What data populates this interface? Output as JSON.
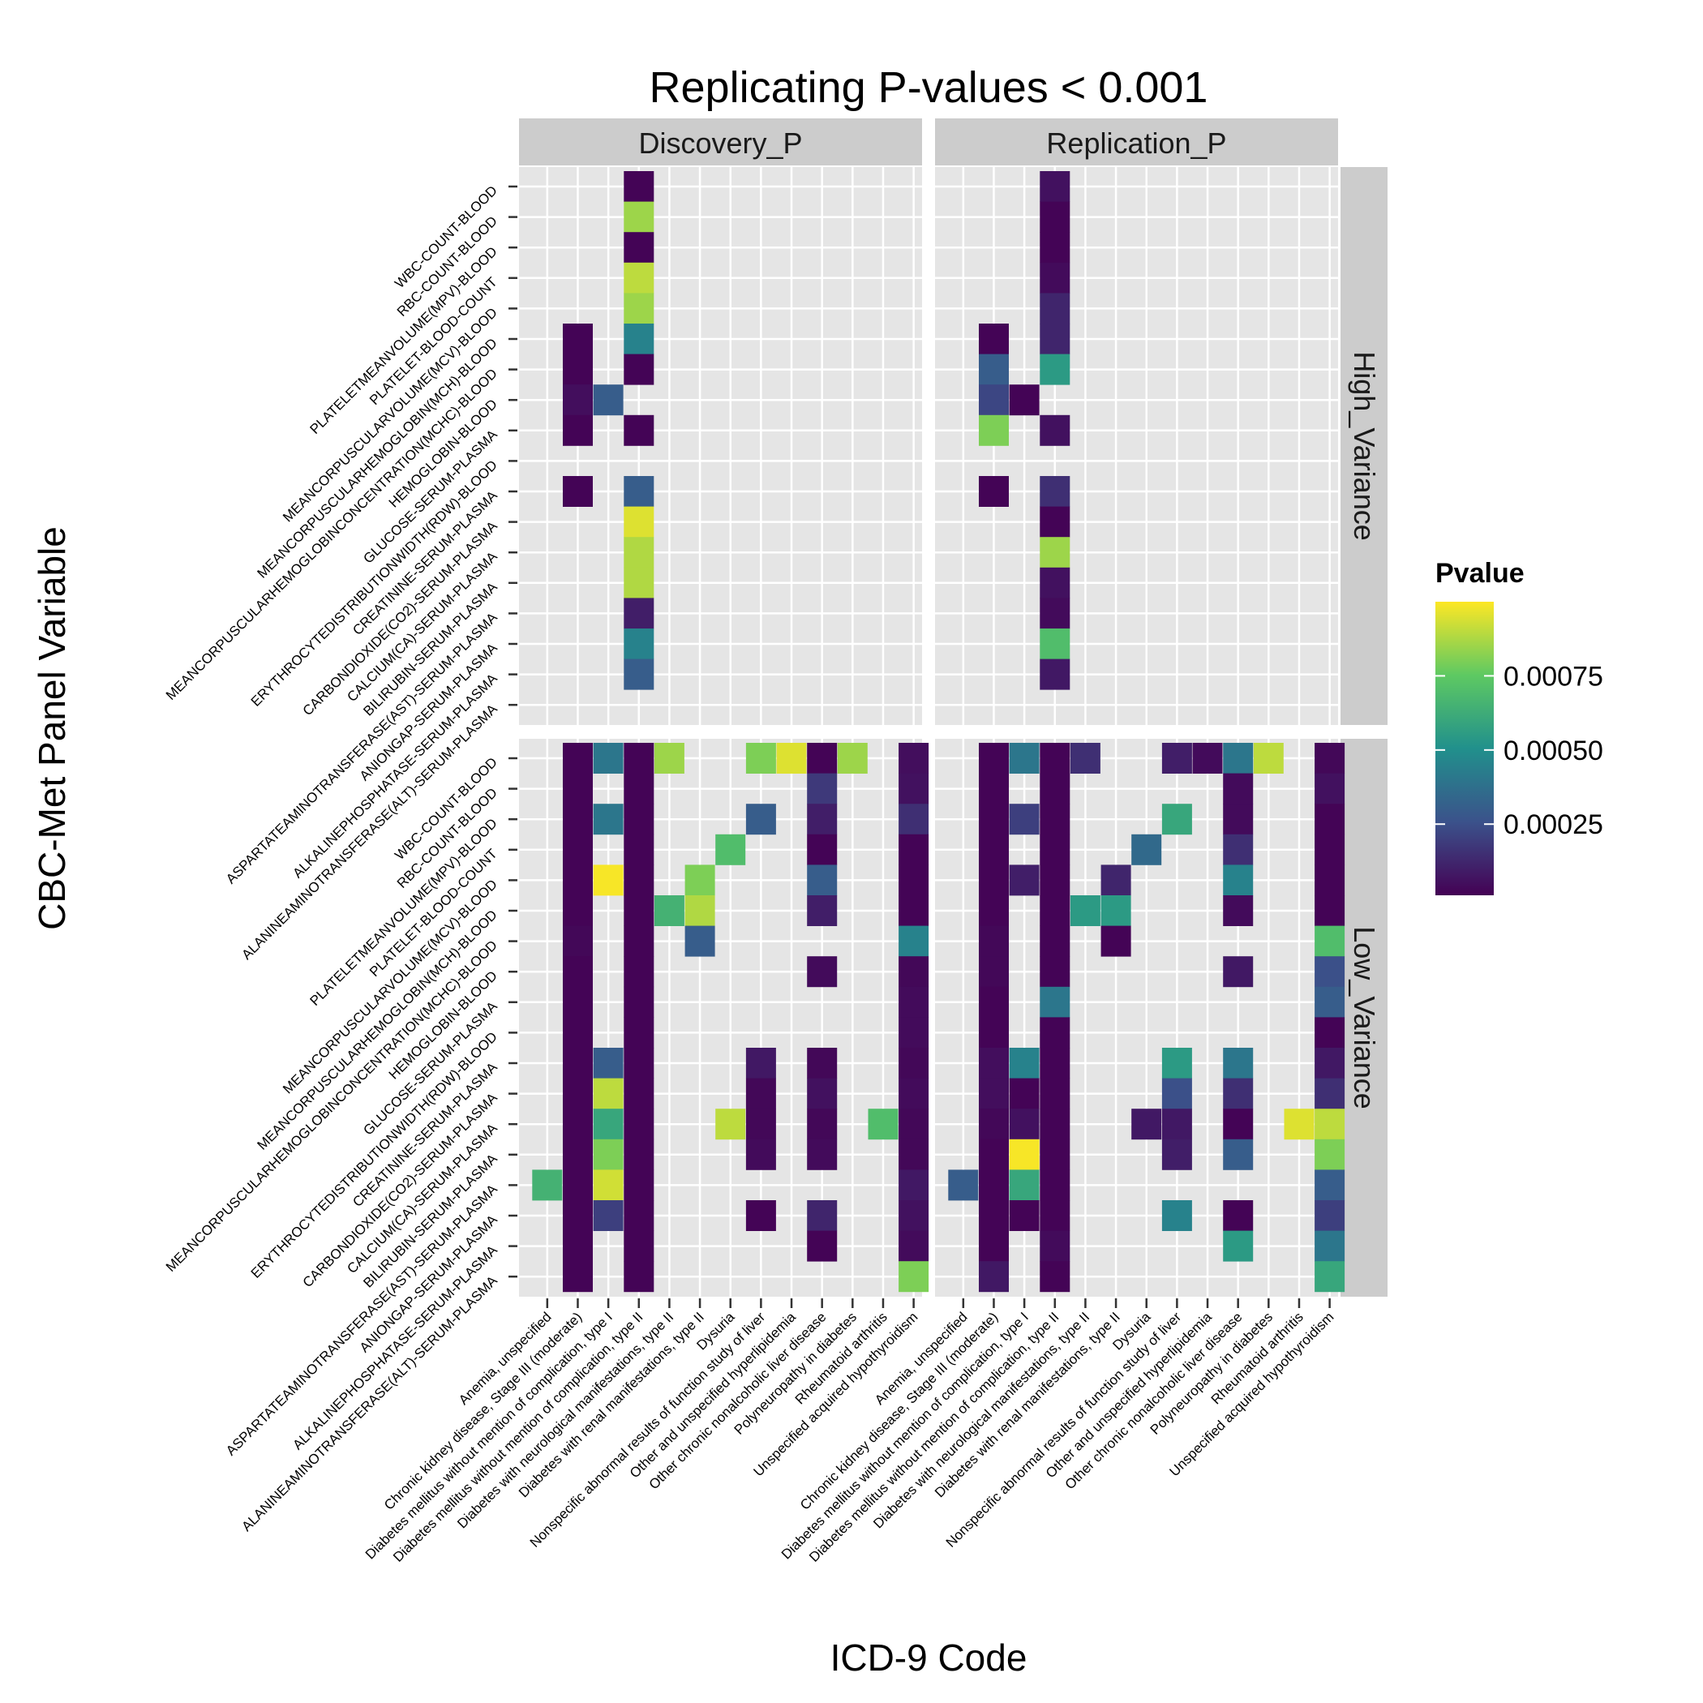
{
  "chart_data": {
    "type": "heatmap",
    "title": "Replicating P-values < 0.001",
    "xlabel": "ICD-9 Code",
    "ylabel": "CBC-Met Panel Variable",
    "legend": {
      "title": "Pvalue",
      "placement": "right",
      "ticks": [
        "0.00025",
        "0.00050",
        "0.00075"
      ],
      "tick_values": [
        0.00025,
        0.0005,
        0.00075
      ],
      "range": [
        1e-05,
        0.001
      ]
    },
    "colorscale": [
      "#440154",
      "#3b528b",
      "#21908c",
      "#5ec962",
      "#fde725"
    ],
    "column_facets": [
      "Discovery_P",
      "Replication_P"
    ],
    "row_facets": [
      "High_Variance",
      "Low_Variance"
    ],
    "x_categories": [
      "Anemia, unspecified",
      "Chronic kidney disease, Stage III (moderate)",
      "Diabetes mellitus without mention of complication, type I",
      "Diabetes mellitus without mention of complication, type II",
      "Diabetes with neurological manifestations, type II",
      "Diabetes with renal manifestations, type II",
      "Dysuria",
      "Nonspecific abnormal results of function study of liver",
      "Other and unspecified hyperlipidemia",
      "Other chronic nonalcoholic liver disease",
      "Polyneuropathy in diabetes",
      "Rheumatoid arthritis",
      "Unspecified acquired hypothyroidism"
    ],
    "y_categories": [
      "WBC-COUNT-BLOOD",
      "RBC-COUNT-BLOOD",
      "PLATELETMEANVOLUME(MPV)-BLOOD",
      "PLATELET-BLOOD-COUNT",
      "MEANCORPUSCULARVOLUME(MCV)-BLOOD",
      "MEANCORPUSCULARHEMOGLOBIN(MCH)-BLOOD",
      "MEANCORPUSCULARHEMOGLOBINCONCENTRATION(MCHC)-BLOOD",
      "HEMOGLOBIN-BLOOD",
      "GLUCOSE-SERUM-PLASMA",
      "ERYTHROCYTEDISTRIBUTIONWIDTH(RDW)-BLOOD",
      "CREATININE-SERUM-PLASMA",
      "CARBONDIOXIDE(CO2)-SERUM-PLASMA",
      "CALCIUM(CA)-SERUM-PLASMA",
      "BILIRUBIN-SERUM-PLASMA",
      "ASPARTATEAMINOTRANSFERASE(AST)-SERUM-PLASMA",
      "ANIONGAP-SERUM-PLASMA",
      "ALKALINEPHOSPHATASE-SERUM-PLASMA",
      "ALANINEAMINOTRANSFERASE(ALT)-SERUM-PLASMA"
    ],
    "panels": [
      {
        "col": "Discovery_P",
        "row": "High_Variance",
        "cells": [
          [
            0,
            3,
            2e-05
          ],
          [
            1,
            3,
            0.00085
          ],
          [
            2,
            3,
            2e-05
          ],
          [
            3,
            3,
            0.0009
          ],
          [
            4,
            3,
            0.00085
          ],
          [
            5,
            1,
            2e-05
          ],
          [
            5,
            3,
            0.00045
          ],
          [
            6,
            1,
            2e-05
          ],
          [
            6,
            3,
            2e-05
          ],
          [
            7,
            1,
            5e-05
          ],
          [
            7,
            2,
            0.0003
          ],
          [
            8,
            1,
            2e-05
          ],
          [
            8,
            3,
            2e-05
          ],
          [
            10,
            1,
            2e-05
          ],
          [
            10,
            3,
            0.0003
          ],
          [
            11,
            3,
            0.00095
          ],
          [
            12,
            3,
            0.00088
          ],
          [
            13,
            3,
            0.00088
          ],
          [
            14,
            3,
            0.0001
          ],
          [
            15,
            3,
            0.00045
          ],
          [
            16,
            3,
            0.0003
          ]
        ]
      },
      {
        "col": "Replication_P",
        "row": "High_Variance",
        "cells": [
          [
            0,
            3,
            6e-05
          ],
          [
            1,
            3,
            2e-05
          ],
          [
            2,
            3,
            2e-05
          ],
          [
            3,
            3,
            4e-05
          ],
          [
            4,
            3,
            0.00012
          ],
          [
            5,
            1,
            2e-05
          ],
          [
            5,
            3,
            0.00012
          ],
          [
            6,
            1,
            0.0003
          ],
          [
            6,
            3,
            0.00055
          ],
          [
            7,
            1,
            0.00022
          ],
          [
            7,
            2,
            2e-05
          ],
          [
            8,
            1,
            0.0008
          ],
          [
            8,
            3,
            6e-05
          ],
          [
            10,
            1,
            2e-05
          ],
          [
            10,
            3,
            0.00015
          ],
          [
            11,
            3,
            2e-05
          ],
          [
            12,
            3,
            0.00085
          ],
          [
            13,
            3,
            6e-05
          ],
          [
            14,
            3,
            4e-05
          ],
          [
            15,
            3,
            0.0007
          ],
          [
            16,
            3,
            8e-05
          ]
        ]
      },
      {
        "col": "Discovery_P",
        "row": "Low_Variance",
        "cells": [
          [
            0,
            1,
            2e-05
          ],
          [
            0,
            2,
            0.0004
          ],
          [
            0,
            3,
            2e-05
          ],
          [
            0,
            4,
            0.00085
          ],
          [
            0,
            7,
            0.0008
          ],
          [
            0,
            8,
            0.00095
          ],
          [
            0,
            9,
            2e-05
          ],
          [
            0,
            10,
            0.00085
          ],
          [
            0,
            12,
            5e-05
          ],
          [
            1,
            1,
            2e-05
          ],
          [
            1,
            3,
            2e-05
          ],
          [
            1,
            9,
            0.00018
          ],
          [
            1,
            12,
            6e-05
          ],
          [
            2,
            1,
            2e-05
          ],
          [
            2,
            2,
            0.0004
          ],
          [
            2,
            3,
            2e-05
          ],
          [
            2,
            7,
            0.0003
          ],
          [
            2,
            9,
            0.0001
          ],
          [
            2,
            12,
            0.00015
          ],
          [
            3,
            1,
            2e-05
          ],
          [
            3,
            3,
            2e-05
          ],
          [
            3,
            6,
            0.0007
          ],
          [
            3,
            9,
            2e-05
          ],
          [
            3,
            12,
            2e-05
          ],
          [
            4,
            1,
            2e-05
          ],
          [
            4,
            2,
            0.00099
          ],
          [
            4,
            3,
            2e-05
          ],
          [
            4,
            5,
            0.0008
          ],
          [
            4,
            9,
            0.0003
          ],
          [
            4,
            12,
            2e-05
          ],
          [
            5,
            1,
            2e-05
          ],
          [
            5,
            3,
            2e-05
          ],
          [
            5,
            4,
            0.00065
          ],
          [
            5,
            5,
            0.00088
          ],
          [
            5,
            9,
            0.0001
          ],
          [
            5,
            12,
            2e-05
          ],
          [
            6,
            1,
            3e-05
          ],
          [
            6,
            3,
            2e-05
          ],
          [
            6,
            5,
            0.0003
          ],
          [
            6,
            12,
            0.00045
          ],
          [
            7,
            1,
            2e-05
          ],
          [
            7,
            3,
            2e-05
          ],
          [
            7,
            9,
            4e-05
          ],
          [
            7,
            12,
            3e-05
          ],
          [
            8,
            1,
            2e-05
          ],
          [
            8,
            3,
            2e-05
          ],
          [
            8,
            12,
            4e-05
          ],
          [
            9,
            1,
            2e-05
          ],
          [
            9,
            3,
            2e-05
          ],
          [
            9,
            12,
            4e-05
          ],
          [
            10,
            1,
            2e-05
          ],
          [
            10,
            2,
            0.0003
          ],
          [
            10,
            3,
            2e-05
          ],
          [
            10,
            7,
            8e-05
          ],
          [
            10,
            9,
            3e-05
          ],
          [
            10,
            12,
            3e-05
          ],
          [
            11,
            1,
            2e-05
          ],
          [
            11,
            2,
            0.0009
          ],
          [
            11,
            3,
            2e-05
          ],
          [
            11,
            7,
            3e-05
          ],
          [
            11,
            9,
            6e-05
          ],
          [
            11,
            12,
            4e-05
          ],
          [
            12,
            1,
            2e-05
          ],
          [
            12,
            2,
            0.0006
          ],
          [
            12,
            3,
            2e-05
          ],
          [
            12,
            6,
            0.0009
          ],
          [
            12,
            7,
            3e-05
          ],
          [
            12,
            9,
            3e-05
          ],
          [
            12,
            11,
            0.0007
          ],
          [
            12,
            12,
            3e-05
          ],
          [
            13,
            1,
            2e-05
          ],
          [
            13,
            2,
            0.0008
          ],
          [
            13,
            3,
            2e-05
          ],
          [
            13,
            7,
            4e-05
          ],
          [
            13,
            9,
            4e-05
          ],
          [
            13,
            12,
            3e-05
          ],
          [
            14,
            0,
            0.00065
          ],
          [
            14,
            1,
            2e-05
          ],
          [
            14,
            2,
            0.00093
          ],
          [
            14,
            3,
            2e-05
          ],
          [
            14,
            12,
            8e-05
          ],
          [
            15,
            1,
            2e-05
          ],
          [
            15,
            2,
            0.0002
          ],
          [
            15,
            3,
            2e-05
          ],
          [
            15,
            7,
            2e-05
          ],
          [
            15,
            9,
            0.00012
          ],
          [
            15,
            12,
            6e-05
          ],
          [
            16,
            1,
            2e-05
          ],
          [
            16,
            3,
            2e-05
          ],
          [
            16,
            9,
            2e-05
          ],
          [
            16,
            12,
            4e-05
          ],
          [
            17,
            1,
            2e-05
          ],
          [
            17,
            3,
            2e-05
          ],
          [
            17,
            12,
            0.0008
          ]
        ]
      },
      {
        "col": "Replication_P",
        "row": "Low_Variance",
        "cells": [
          [
            0,
            1,
            2e-05
          ],
          [
            0,
            2,
            0.0004
          ],
          [
            0,
            3,
            2e-05
          ],
          [
            0,
            4,
            0.00015
          ],
          [
            0,
            7,
            0.0001
          ],
          [
            0,
            8,
            4e-05
          ],
          [
            0,
            9,
            0.0004
          ],
          [
            0,
            10,
            0.0009
          ],
          [
            0,
            12,
            3e-05
          ],
          [
            1,
            1,
            2e-05
          ],
          [
            1,
            3,
            2e-05
          ],
          [
            1,
            9,
            4e-05
          ],
          [
            1,
            12,
            6e-05
          ],
          [
            2,
            1,
            2e-05
          ],
          [
            2,
            2,
            0.0002
          ],
          [
            2,
            3,
            2e-05
          ],
          [
            2,
            7,
            0.0006
          ],
          [
            2,
            9,
            4e-05
          ],
          [
            2,
            12,
            2e-05
          ],
          [
            3,
            1,
            2e-05
          ],
          [
            3,
            3,
            2e-05
          ],
          [
            3,
            6,
            0.00035
          ],
          [
            3,
            9,
            0.00015
          ],
          [
            3,
            12,
            2e-05
          ],
          [
            4,
            1,
            2e-05
          ],
          [
            4,
            2,
            0.0001
          ],
          [
            4,
            3,
            2e-05
          ],
          [
            4,
            5,
            0.00012
          ],
          [
            4,
            9,
            0.00045
          ],
          [
            4,
            12,
            2e-05
          ],
          [
            5,
            1,
            2e-05
          ],
          [
            5,
            3,
            2e-05
          ],
          [
            5,
            4,
            0.00055
          ],
          [
            5,
            5,
            0.00055
          ],
          [
            5,
            9,
            4e-05
          ],
          [
            5,
            12,
            2e-05
          ],
          [
            6,
            1,
            3e-05
          ],
          [
            6,
            3,
            2e-05
          ],
          [
            6,
            5,
            2e-05
          ],
          [
            6,
            12,
            0.0007
          ],
          [
            7,
            1,
            3e-05
          ],
          [
            7,
            3,
            2e-05
          ],
          [
            7,
            9,
            8e-05
          ],
          [
            7,
            12,
            0.00025
          ],
          [
            8,
            1,
            2e-05
          ],
          [
            8,
            3,
            0.0004
          ],
          [
            8,
            12,
            0.0003
          ],
          [
            9,
            1,
            2e-05
          ],
          [
            9,
            3,
            2e-05
          ],
          [
            9,
            12,
            2e-05
          ],
          [
            10,
            1,
            5e-05
          ],
          [
            10,
            2,
            0.00045
          ],
          [
            10,
            3,
            2e-05
          ],
          [
            10,
            7,
            0.00055
          ],
          [
            10,
            9,
            0.0004
          ],
          [
            10,
            12,
            8e-05
          ],
          [
            11,
            1,
            5e-05
          ],
          [
            11,
            2,
            2e-05
          ],
          [
            11,
            3,
            2e-05
          ],
          [
            11,
            7,
            0.00025
          ],
          [
            11,
            9,
            0.00015
          ],
          [
            11,
            12,
            0.00015
          ],
          [
            12,
            1,
            3e-05
          ],
          [
            12,
            2,
            6e-05
          ],
          [
            12,
            3,
            2e-05
          ],
          [
            12,
            6,
            8e-05
          ],
          [
            12,
            7,
            8e-05
          ],
          [
            12,
            9,
            2e-05
          ],
          [
            12,
            11,
            0.00095
          ],
          [
            12,
            12,
            0.0009
          ],
          [
            13,
            1,
            2e-05
          ],
          [
            13,
            2,
            0.00099
          ],
          [
            13,
            3,
            2e-05
          ],
          [
            13,
            7,
            0.0001
          ],
          [
            13,
            9,
            0.0003
          ],
          [
            13,
            12,
            0.0008
          ],
          [
            14,
            0,
            0.0003
          ],
          [
            14,
            1,
            2e-05
          ],
          [
            14,
            2,
            0.0006
          ],
          [
            14,
            3,
            2e-05
          ],
          [
            14,
            12,
            0.0003
          ],
          [
            15,
            1,
            2e-05
          ],
          [
            15,
            2,
            2e-05
          ],
          [
            15,
            3,
            2e-05
          ],
          [
            15,
            7,
            0.00045
          ],
          [
            15,
            9,
            2e-05
          ],
          [
            15,
            12,
            0.0002
          ],
          [
            16,
            1,
            2e-05
          ],
          [
            16,
            3,
            4e-05
          ],
          [
            16,
            9,
            0.00055
          ],
          [
            16,
            12,
            0.0004
          ],
          [
            17,
            1,
            8e-05
          ],
          [
            17,
            3,
            2e-05
          ],
          [
            17,
            12,
            0.0006
          ]
        ]
      }
    ]
  }
}
